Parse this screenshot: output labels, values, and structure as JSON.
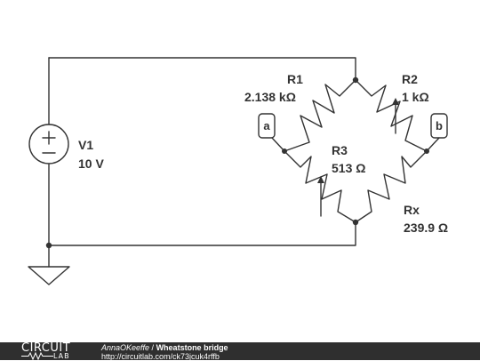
{
  "components": {
    "v1": {
      "name": "V1",
      "value": "10 V"
    },
    "r1": {
      "name": "R1",
      "value": "2.138 kΩ"
    },
    "r2": {
      "name": "R2",
      "value": "1 kΩ"
    },
    "r3": {
      "name": "R3",
      "value": "513 Ω"
    },
    "rx": {
      "name": "Rx",
      "value": "239.9 Ω"
    }
  },
  "probes": {
    "a": "a",
    "b": "b"
  },
  "footer": {
    "logo_top": "CIRCUIT",
    "logo_bottom": "LAB",
    "author": "AnnaOKeeffe",
    "separator": " / ",
    "title": "Wheatstone bridge",
    "url": "http://circuitlab.com/ck73jcuk4rffb"
  }
}
